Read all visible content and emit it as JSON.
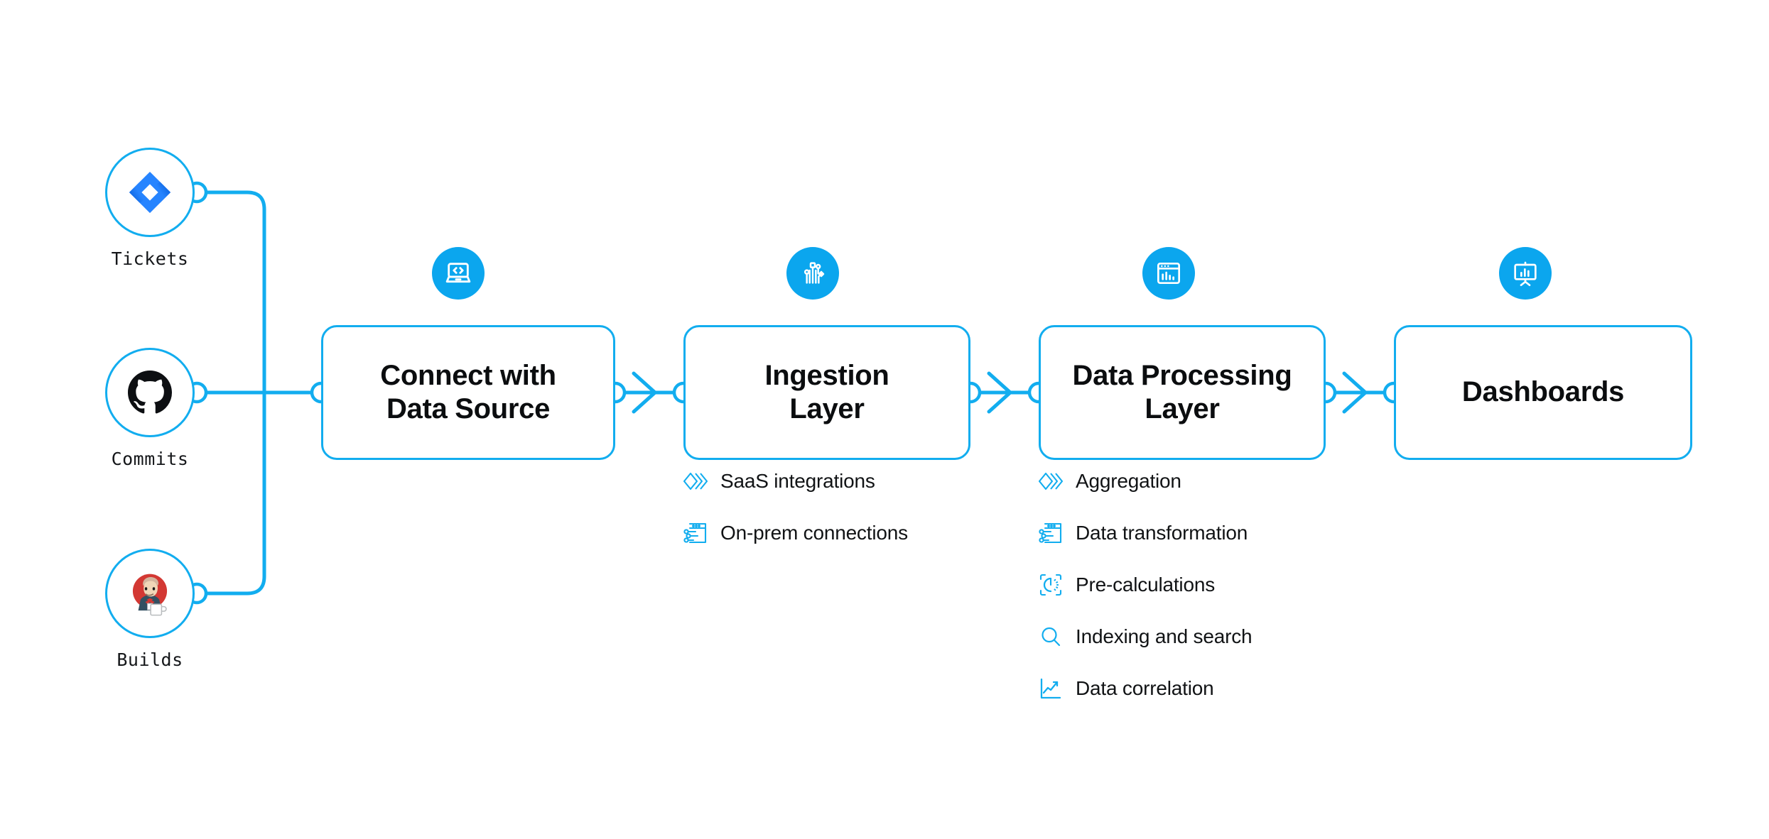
{
  "theme": {
    "accent": "#12ADEF",
    "icon_circle": "#0BA6EE",
    "text": "#0b0d0f",
    "background": "#ffffff"
  },
  "sources": [
    {
      "label": "Tickets",
      "icon": "jira-logo-icon"
    },
    {
      "label": "Commits",
      "icon": "github-logo-icon"
    },
    {
      "label": "Builds",
      "icon": "jenkins-logo-icon"
    }
  ],
  "stages": [
    {
      "title_line1": "Connect with",
      "title_line2": "Data Source",
      "icon": "laptop-code-icon",
      "features": []
    },
    {
      "title_line1": "Ingestion",
      "title_line2": "Layer",
      "icon": "circuit-nodes-icon",
      "features": [
        {
          "label": "SaaS integrations",
          "icon": "layers-diamond-icon"
        },
        {
          "label": "On-prem connections",
          "icon": "window-sliders-icon"
        }
      ]
    },
    {
      "title_line1": "Data Processing",
      "title_line2": "Layer",
      "icon": "window-barchart-icon",
      "features": [
        {
          "label": "Aggregation",
          "icon": "layers-diamond-icon"
        },
        {
          "label": "Data transformation",
          "icon": "window-sliders-icon"
        },
        {
          "label": "Pre-calculations",
          "icon": "gauge-timer-icon"
        },
        {
          "label": "Indexing and search",
          "icon": "search-icon"
        },
        {
          "label": "Data correlation",
          "icon": "line-chart-icon"
        }
      ]
    },
    {
      "title_line1": "Dashboards",
      "title_line2": "",
      "icon": "presentation-chart-icon",
      "features": []
    }
  ]
}
